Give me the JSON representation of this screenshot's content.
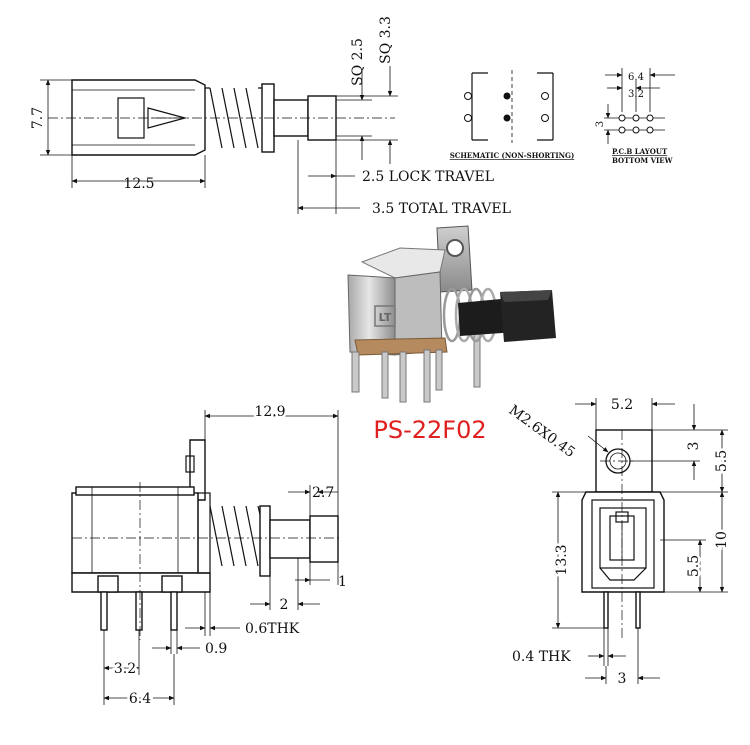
{
  "part_number": "PS-22F02",
  "accent_color": "#e02020",
  "top_view": {
    "sq_2_5": "SQ 2.5",
    "sq_3_3": "SQ 3.3",
    "height": "7.7",
    "length": "12.5",
    "lock_travel": "2.5 LOCK TRAVEL",
    "total_travel": "3.5 TOTAL TRAVEL"
  },
  "schematic": {
    "caption": "SCHEMATIC (NON-SHORTING)"
  },
  "pcb_layout": {
    "width": "6.4",
    "pitch": "3.2",
    "row_pitch": "3",
    "caption_1": "P.C.B LAYOUT",
    "caption_2": "BOTTOM VIEW"
  },
  "photo": {
    "logo": "LT"
  },
  "side_view": {
    "length": "12.9",
    "plunger_len": "2.7",
    "tip": "1",
    "step": "2",
    "thickness": "0.6THK",
    "pin_width": "0.9",
    "pin_pitch": "3.2",
    "pin_span": "6.4"
  },
  "end_view": {
    "width": "5.2",
    "thread": "M2.6X0.45",
    "hole_offset": "3",
    "bracket_h": "5.5",
    "body_h": "13.3",
    "overall": "10",
    "lower_h": "5.5",
    "thickness": "0.4 THK",
    "pin_pitch": "3"
  }
}
